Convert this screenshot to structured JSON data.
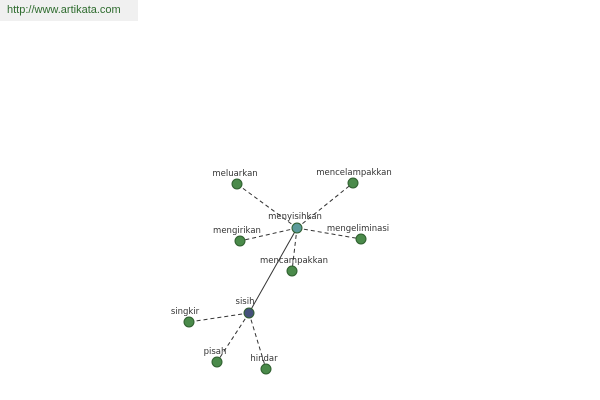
{
  "header": {
    "url": "http://www.artikata.com"
  },
  "graph": {
    "colors": {
      "leaf": "#4a8a4a",
      "leaf_stroke": "#2f5f2f",
      "hub_menyisihkan": "#5b9a9a",
      "hub_sisih": "#44507a"
    },
    "nodes": [
      {
        "id": "menyisihkan",
        "label": "menyisihkan",
        "kind": "hub"
      },
      {
        "id": "sisih",
        "label": "sisih",
        "kind": "hub"
      },
      {
        "id": "meluarkan",
        "label": "meluarkan",
        "kind": "leaf"
      },
      {
        "id": "mencelampakkan",
        "label": "mencelampakkan",
        "kind": "leaf"
      },
      {
        "id": "mengirikan",
        "label": "mengirikan",
        "kind": "leaf"
      },
      {
        "id": "mengeliminasi",
        "label": "mengeliminasi",
        "kind": "leaf"
      },
      {
        "id": "mencampakkan",
        "label": "mencampakkan",
        "kind": "leaf"
      },
      {
        "id": "singkir",
        "label": "singkir",
        "kind": "leaf"
      },
      {
        "id": "pisah",
        "label": "pisah",
        "kind": "leaf"
      },
      {
        "id": "hindar",
        "label": "hindar",
        "kind": "leaf"
      }
    ],
    "edges": [
      {
        "from": "menyisihkan",
        "to": "meluarkan",
        "style": "dashed"
      },
      {
        "from": "menyisihkan",
        "to": "mencelampakkan",
        "style": "dashed"
      },
      {
        "from": "menyisihkan",
        "to": "mengirikan",
        "style": "dashed"
      },
      {
        "from": "menyisihkan",
        "to": "mengeliminasi",
        "style": "dashed"
      },
      {
        "from": "menyisihkan",
        "to": "mencampakkan",
        "style": "dashed"
      },
      {
        "from": "menyisihkan",
        "to": "sisih",
        "style": "solid"
      },
      {
        "from": "sisih",
        "to": "singkir",
        "style": "dashed"
      },
      {
        "from": "sisih",
        "to": "pisah",
        "style": "dashed"
      },
      {
        "from": "sisih",
        "to": "hindar",
        "style": "dashed"
      }
    ]
  }
}
